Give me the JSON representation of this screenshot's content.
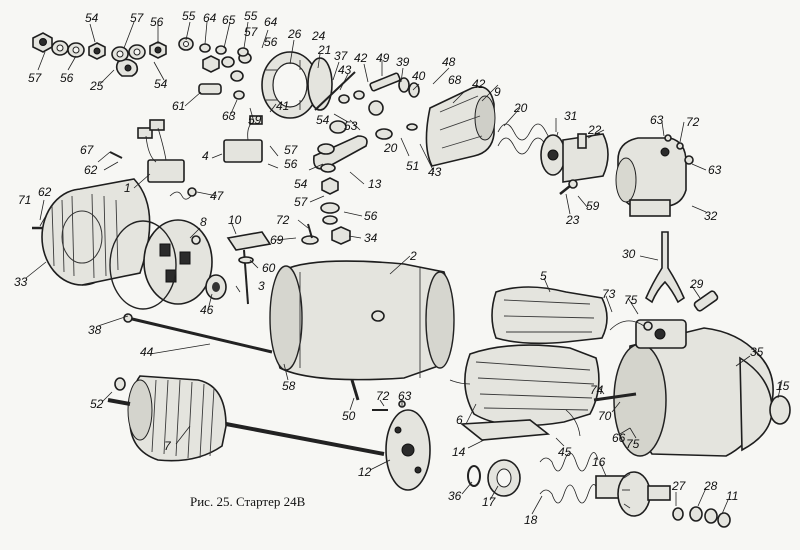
{
  "caption": "Рис. 25. Стартер 24В",
  "callouts": {
    "c1": "54",
    "c2": "57",
    "c3": "55",
    "c4": "64",
    "c5": "65",
    "c6": "55",
    "c7": "57",
    "c8": "56",
    "c9": "64",
    "c10": "56",
    "c11": "26",
    "c12": "24",
    "c13": "21",
    "c14": "37",
    "c15": "43",
    "c16": "42",
    "c17": "49",
    "c18": "39",
    "c19": "48",
    "c20": "40",
    "c21": "68",
    "c22": "42",
    "c23": "9",
    "c24": "20",
    "c25": "57",
    "c26": "56",
    "c27": "25",
    "c28": "54",
    "c29": "61",
    "c30": "63",
    "c31": "59",
    "c32": "41",
    "c33": "54",
    "c34": "53",
    "c35": "20",
    "c36": "51",
    "c37": "43",
    "c38": "31",
    "c39": "22",
    "c40": "63",
    "c41": "72",
    "c42": "63",
    "c43": "67",
    "c44": "62",
    "c45": "1",
    "c46": "4",
    "c47": "57",
    "c48": "56",
    "c49": "13",
    "c50": "54",
    "c51": "57",
    "c52": "56",
    "c53": "34",
    "c54": "47",
    "c55": "23",
    "c56": "59",
    "c57": "32",
    "c58": "71",
    "c59": "62",
    "c60": "8",
    "c61": "10",
    "c62": "72",
    "c63": "69",
    "c64": "60",
    "c65": "3",
    "c66": "2",
    "c67": "30",
    "c68": "33",
    "c69": "46",
    "c70": "38",
    "c71": "5",
    "c72": "29",
    "c73": "73",
    "c74": "75",
    "c75": "44",
    "c76": "35",
    "c77": "58",
    "c78": "52",
    "c79": "50",
    "c80": "72",
    "c81": "63",
    "c82": "6",
    "c83": "74",
    "c84": "70",
    "c85": "66",
    "c86": "75",
    "c87": "15",
    "c88": "7",
    "c89": "14",
    "c90": "45",
    "c91": "12",
    "c92": "36",
    "c93": "17",
    "c94": "18",
    "c95": "16",
    "c96": "27",
    "c97": "28",
    "c98": "11"
  }
}
